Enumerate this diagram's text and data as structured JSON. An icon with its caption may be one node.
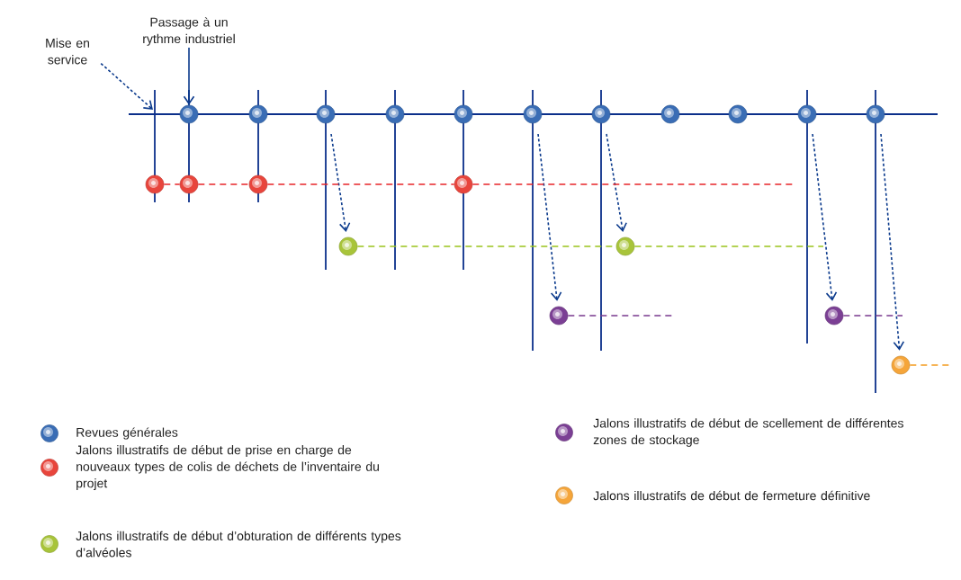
{
  "diagram": {
    "nodes": [
      {
        "text": [
          "Mise en service"
        ]
      },
      {
        "text": [
          "Passage à un rythme industriel"
        ]
      },
      {
        "text": [],
        "shape": "circle"
      },
      {
        "text": [],
        "shape": "circle"
      },
      {
        "text": [],
        "shape": "circle"
      },
      {
        "text": [],
        "shape": "circle"
      },
      {
        "text": [],
        "shape": "circle"
      },
      {
        "text": [],
        "shape": "circle"
      },
      {
        "text": [],
        "shape": "circle"
      },
      {
        "text": [],
        "shape": "circle"
      },
      {
        "text": [],
        "shape": "circle"
      },
      {
        "text": [],
        "shape": "circle"
      },
      {
        "text": [],
        "shape": "circle"
      },
      {
        "text": [],
        "shape": "circle"
      },
      {
        "text": [],
        "shape": "circle"
      },
      {
        "text": [],
        "shape": "circle"
      },
      {
        "text": [],
        "shape": "circle"
      },
      {
        "text": [],
        "shape": "circle"
      },
      {
        "text": [],
        "shape": "circle"
      },
      {
        "text": [],
        "shape": "circle"
      },
      {
        "text": [],
        "shape": "circle"
      },
      {
        "text": [],
        "shape": "circle"
      }
    ],
    "edges": [
      {
        "from": 0,
        "to": null,
        "arrow": "to",
        "style": "dashed",
        "color": "#0b3a8c"
      },
      {
        "from": 1,
        "to": 2,
        "arrow": "to",
        "color": "#0b3a8c"
      },
      {
        "from": 4,
        "to": 17,
        "arrow": "to",
        "style": "dashed",
        "color": "#0b3a8c"
      },
      {
        "from": 7,
        "to": 19,
        "arrow": "to",
        "style": "dashed",
        "color": "#0b3a8c"
      },
      {
        "from": 8,
        "to": 18,
        "arrow": "to",
        "style": "dashed",
        "color": "#0b3a8c"
      },
      {
        "from": 11,
        "to": 20,
        "arrow": "to",
        "style": "dashed",
        "color": "#0b3a8c"
      },
      {
        "from": 12,
        "to": 21,
        "arrow": "to",
        "style": "dashed",
        "color": "#0b3a8c"
      },
      {
        "from": 13,
        "to": 14,
        "arrow": "none",
        "style": "dashed",
        "color": "#e8262a"
      },
      {
        "from": 14,
        "to": 15,
        "arrow": "none",
        "style": "dashed",
        "color": "#e8262a"
      },
      {
        "from": 15,
        "to": 16,
        "arrow": "none",
        "style": "dashed",
        "color": "#e8262a"
      },
      {
        "from": 16,
        "to": null,
        "arrow": "none",
        "style": "dashed",
        "color": "#e8262a"
      },
      {
        "from": 17,
        "to": 18,
        "arrow": "none",
        "style": "dashed",
        "color": "#9bc31c"
      },
      {
        "from": 18,
        "to": null,
        "arrow": "none",
        "style": "dashed",
        "color": "#9bc31c"
      },
      {
        "from": 19,
        "to": null,
        "arrow": "none",
        "style": "dashed",
        "color": "#7a3a8e"
      },
      {
        "from": 20,
        "to": null,
        "arrow": "none",
        "style": "dashed",
        "color": "#7a3a8e"
      },
      {
        "from": 21,
        "to": null,
        "arrow": "none",
        "style": "dashed",
        "color": "#f39c1f"
      }
    ],
    "legend": [
      {
        "text": "Revues générales",
        "color": "#3a6db5"
      },
      {
        "text": "Jalons illustratifs de début de prise en charge de nouveaux types de colis de déchets de l’inventaire du projet",
        "color": "#e8453c"
      },
      {
        "text": "Jalons illustratifs de début d’obturation de différents types d’alvéoles",
        "color": "#a8c43a"
      },
      {
        "text": "Jalons illustratifs de début de scellement de différentes zones de stockage",
        "color": "#7b3f94"
      },
      {
        "text": "Jalons illustratifs de début de fermeture définitive",
        "color": "#f5a53a"
      }
    ]
  }
}
